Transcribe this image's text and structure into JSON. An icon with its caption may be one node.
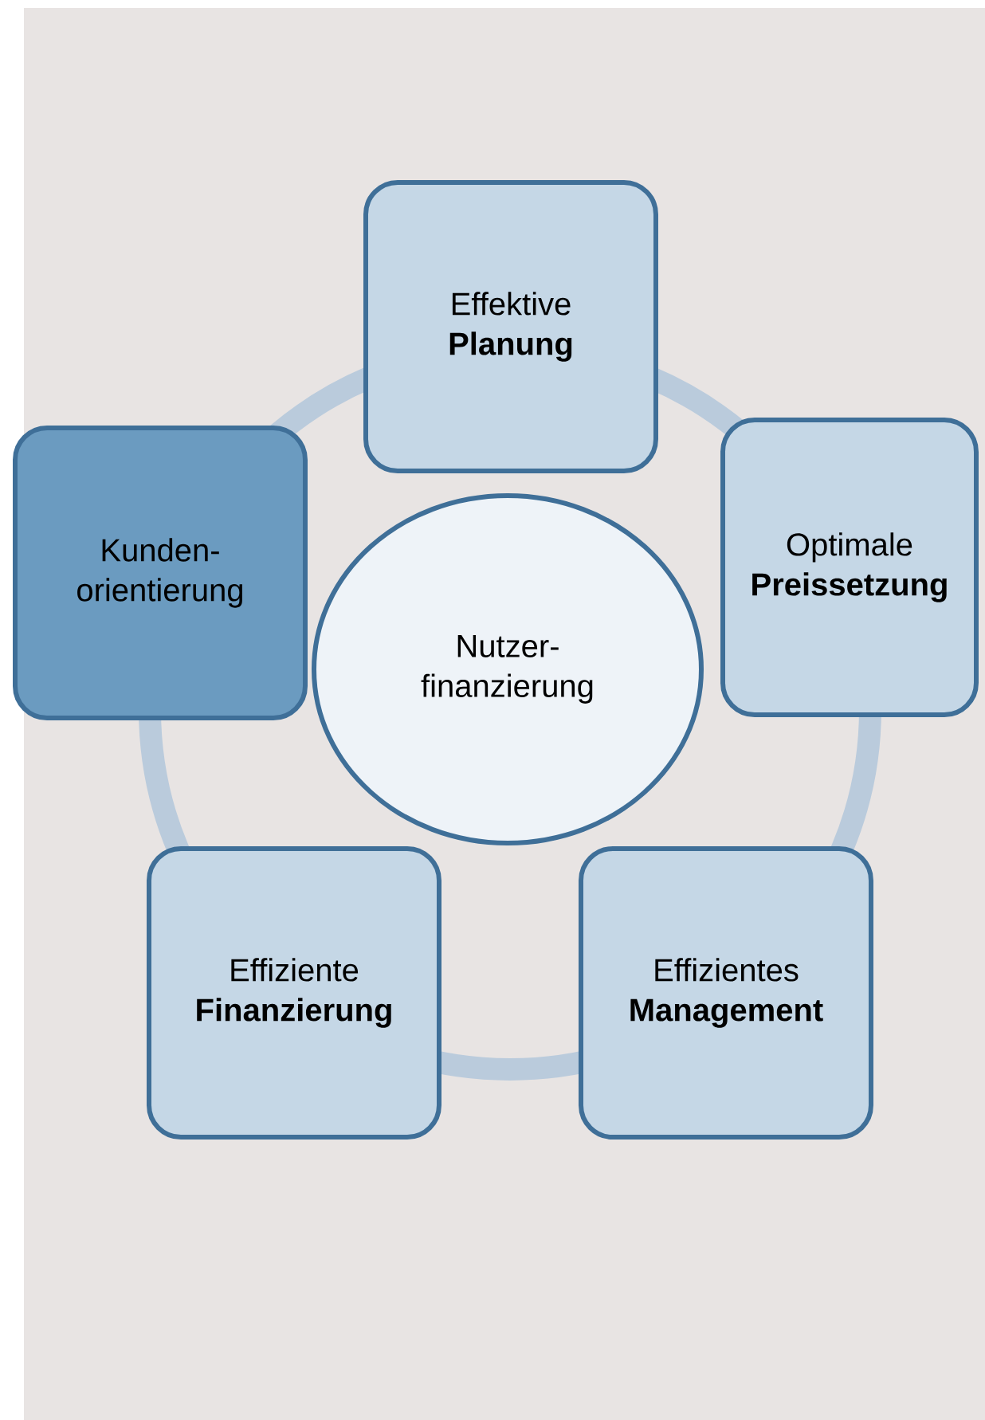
{
  "diagram": {
    "nodes": [
      {
        "text": [
          "Effektive **Planung**"
        ]
      },
      {
        "text": [
          "Kunden-orientierung"
        ]
      },
      {
        "text": [
          "Optimale **Preissetzung**"
        ]
      },
      {
        "text": [
          "Nutzer-finanzierung"
        ]
      },
      {
        "text": [
          "Effiziente **Finanzierung**"
        ]
      },
      {
        "text": [
          "Effizientes **Management**"
        ]
      }
    ]
  }
}
